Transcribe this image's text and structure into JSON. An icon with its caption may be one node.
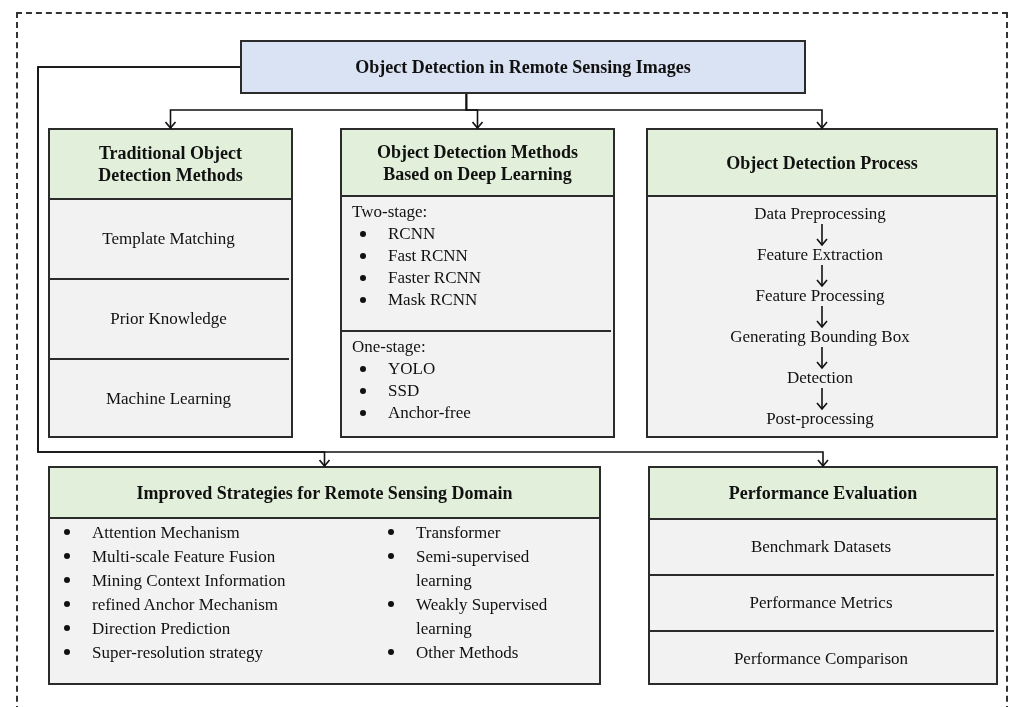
{
  "diagram": {
    "nodes": [
      {
        "text": [
          "Object Detection in Remote Sensing Images"
        ]
      },
      {
        "text": [
          "Traditional Object Detection Methods"
        ]
      },
      {
        "text": [
          "Template Matching"
        ],
        "in": 1
      },
      {
        "text": [
          "Prior Knowledge"
        ],
        "in": 1
      },
      {
        "text": [
          "Machine Learning"
        ],
        "in": 1
      },
      {
        "text": [
          "Object Detection Methods Based on Deep Learning"
        ]
      },
      {
        "text": [
          "Two-stage:",
          "RCNN",
          "Fast RCNN",
          "Faster RCNN",
          "Mask RCNN"
        ],
        "in": 5
      },
      {
        "text": [
          "One-stage:",
          "YOLO",
          "SSD",
          "Anchor-free"
        ],
        "in": 5
      },
      {
        "text": [
          "Object Detection Process"
        ]
      },
      {
        "text": [
          "Data Preprocessing"
        ],
        "in": 8
      },
      {
        "text": [
          "Feature Extraction"
        ],
        "in": 8
      },
      {
        "text": [
          "Feature Processing"
        ],
        "in": 8
      },
      {
        "text": [
          "Generating Bounding Box"
        ],
        "in": 8
      },
      {
        "text": [
          "Detection"
        ],
        "in": 8
      },
      {
        "text": [
          "Post-processing"
        ],
        "in": 8
      },
      {
        "text": [
          "Improved Strategies for Remote Sensing Domain"
        ]
      },
      {
        "text": [
          "Attention Mechanism",
          "Multi-scale Feature Fusion",
          "Mining Context Information",
          "refined Anchor Mechanism",
          "Direction Prediction",
          "Super-resolution strategy",
          "Transformer",
          "Semi-supervised learning",
          "Weakly Supervised learning",
          "Other Methods"
        ],
        "in": 15
      },
      {
        "text": [
          "Performance Evaluation"
        ]
      },
      {
        "text": [
          "Benchmark Datasets"
        ],
        "in": 17
      },
      {
        "text": [
          "Performance Metrics"
        ],
        "in": 17
      },
      {
        "text": [
          "Performance Comparison"
        ],
        "in": 17
      }
    ],
    "edges": [
      {
        "from": 0,
        "to": 1,
        "arrow": "to"
      },
      {
        "from": 0,
        "to": 5,
        "arrow": "to"
      },
      {
        "from": 0,
        "to": 8,
        "arrow": "to"
      },
      {
        "from": 0,
        "to": 15,
        "arrow": "to"
      },
      {
        "from": 0,
        "to": 17,
        "arrow": "to"
      },
      {
        "from": 9,
        "to": 10,
        "arrow": "to"
      },
      {
        "from": 10,
        "to": 11,
        "arrow": "to"
      },
      {
        "from": 11,
        "to": 12,
        "arrow": "to"
      },
      {
        "from": 12,
        "to": 13,
        "arrow": "to"
      },
      {
        "from": 13,
        "to": 14,
        "arrow": "to"
      }
    ]
  }
}
